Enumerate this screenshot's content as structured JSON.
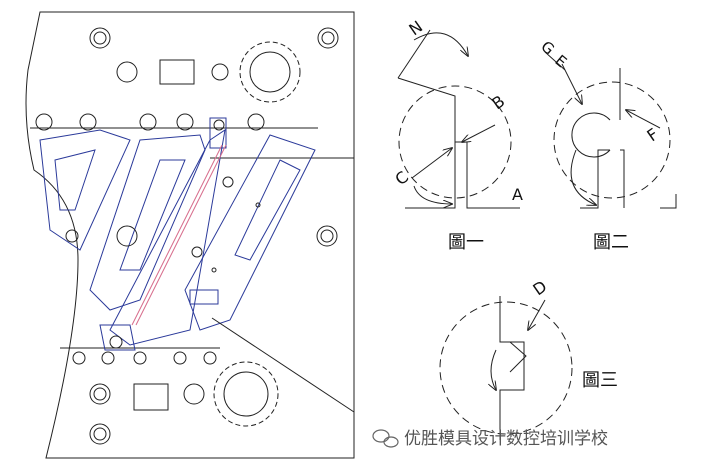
{
  "figures": {
    "fig1": {
      "caption": "圖一",
      "labels": {
        "n": "N",
        "b": "B",
        "c": "C",
        "a": "A"
      }
    },
    "fig2": {
      "caption": "圖二",
      "labels": {
        "g": "G",
        "e": "E",
        "f": "F"
      }
    },
    "fig3": {
      "caption": "圖三",
      "labels": {
        "d": "D"
      }
    }
  },
  "watermark": {
    "text": "优胜模具设计数控培训学校"
  },
  "colors": {
    "outline": "#222222",
    "blue": "#2b3a9a",
    "pink": "#d66a8a",
    "dash": "#444444"
  }
}
